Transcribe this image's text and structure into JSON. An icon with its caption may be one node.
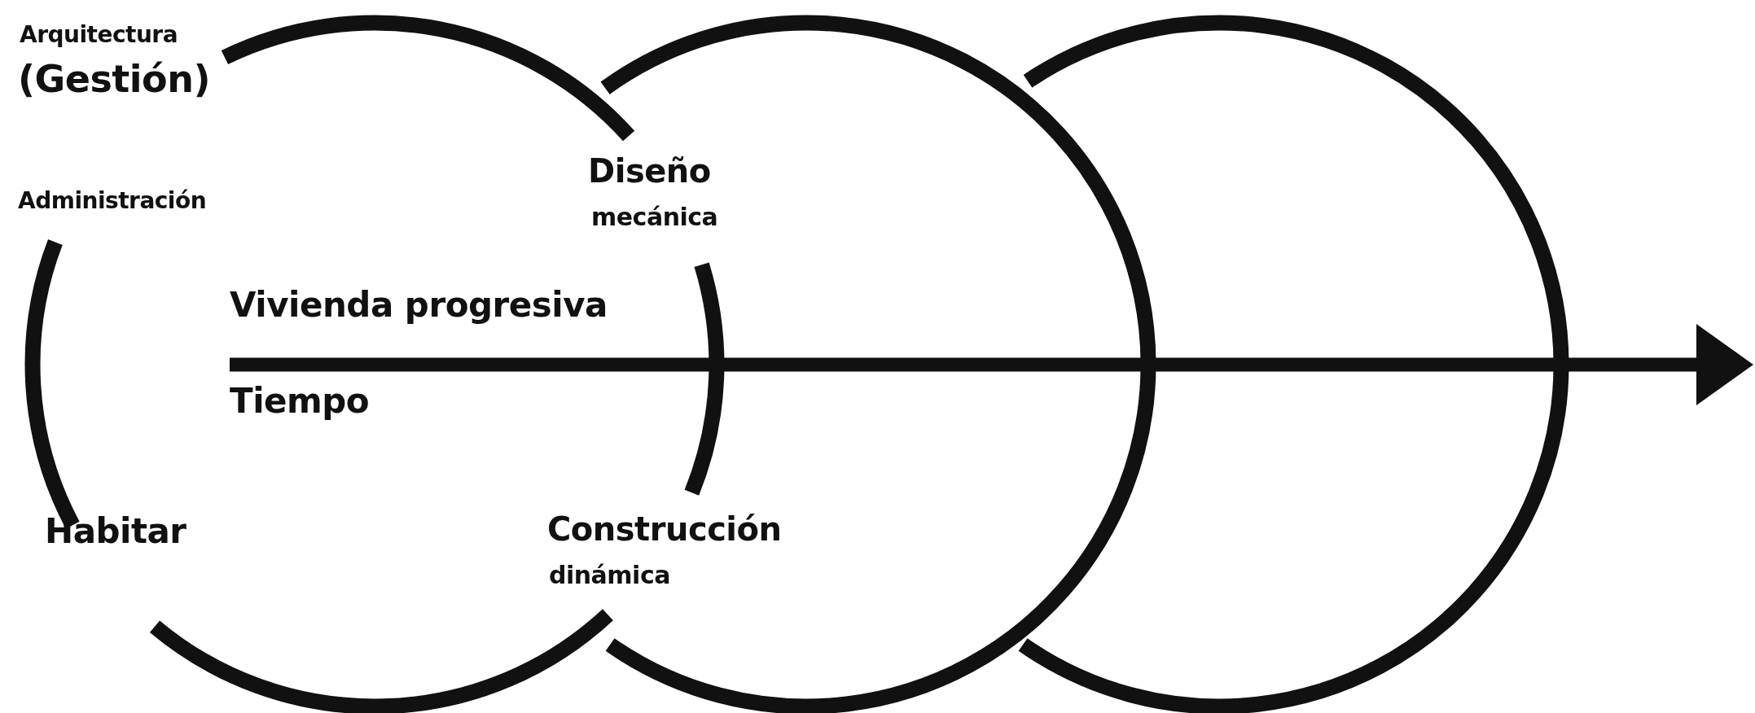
{
  "diagram": {
    "labels": [
      "Arquitectura",
      "(Gestión)",
      "Administración",
      "Diseño",
      "mecánica",
      "Vivienda progresiva",
      "Tiempo",
      "Habitar",
      "Construcción",
      "dinámica"
    ]
  }
}
